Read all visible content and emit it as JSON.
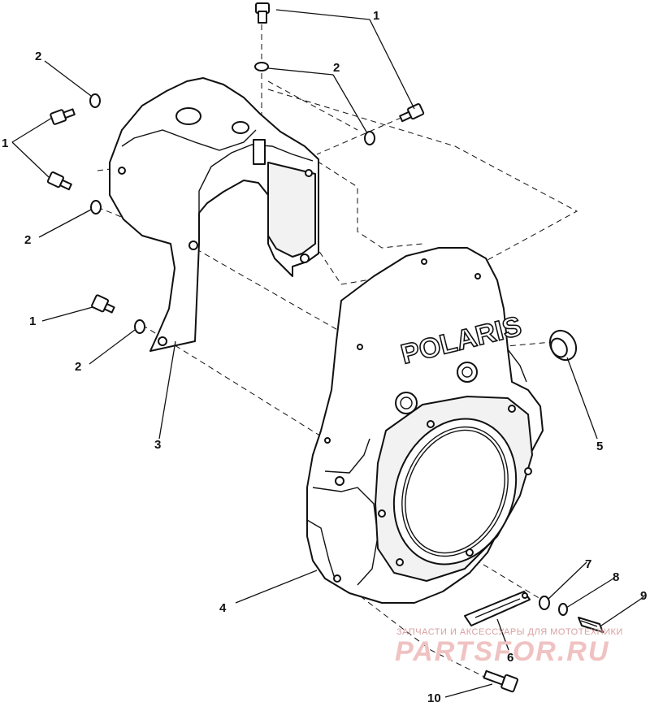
{
  "brand_text": "POLARIS",
  "callouts": [
    {
      "id": "c1a",
      "text": "1"
    },
    {
      "id": "c2a",
      "text": "2"
    },
    {
      "id": "c2b",
      "text": "2"
    },
    {
      "id": "c1b",
      "text": "1"
    },
    {
      "id": "c2c",
      "text": "2"
    },
    {
      "id": "c1c",
      "text": "1"
    },
    {
      "id": "c2d",
      "text": "2"
    },
    {
      "id": "c3",
      "text": "3"
    },
    {
      "id": "c4",
      "text": "4"
    },
    {
      "id": "c5",
      "text": "5"
    },
    {
      "id": "c6",
      "text": "6"
    },
    {
      "id": "c7",
      "text": "7"
    },
    {
      "id": "c8",
      "text": "8"
    },
    {
      "id": "c9",
      "text": "9"
    },
    {
      "id": "c10",
      "text": "10"
    }
  ],
  "watermark": {
    "line1": "ЗАПЧАСТИ И АКСЕССУАРЫ ДЛЯ МОТОТЕХНИКИ",
    "line2": "PARTSFOR.RU"
  }
}
